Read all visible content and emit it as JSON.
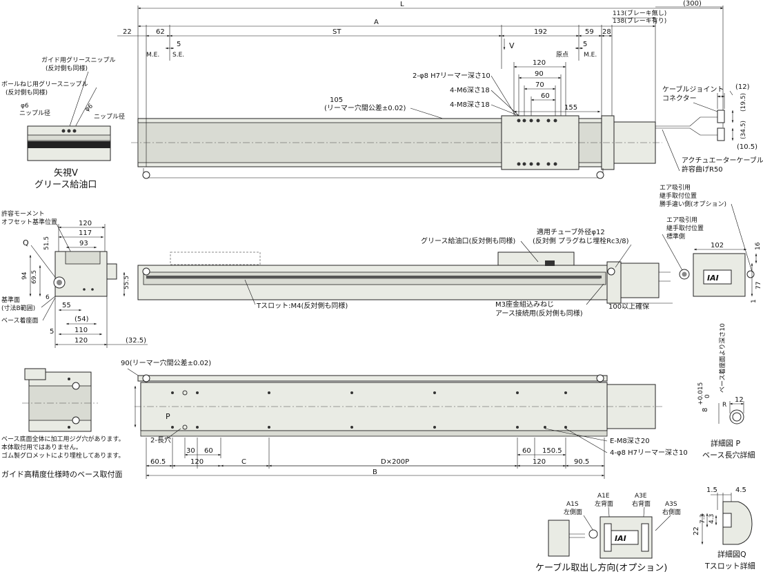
{
  "top_view": {
    "L": "L",
    "A": "A",
    "ST": "ST",
    "d22": "22",
    "d62": "62",
    "d5a": "5",
    "me_left": "M.E.",
    "se_left": "S.E.",
    "d192": "192",
    "d59": "59",
    "d28": "28",
    "d5b": "5",
    "origin": "原点",
    "me_right": "M.E.",
    "brake_none": "113(ブレーキ無し)",
    "brake_with": "138(ブレーキ有り)",
    "d300": "(300)",
    "view_v": "V",
    "d120": "120",
    "d90": "90",
    "d70": "70",
    "d60": "60",
    "d155": "155",
    "reamer_top": "2-φ8 H7リーマー深さ10",
    "m6": "4-M6深さ18",
    "m8": "4-M8深さ18",
    "d105": "105",
    "reamer_tol": "(リーマー穴間公差±0.02)",
    "cable_joint_1": "ケーブルジョイント",
    "cable_joint_2": "コネクター",
    "d12": "(12)",
    "d19_5": "(19.5)",
    "d34_5": "(34.5)",
    "d10_5": "(10.5)",
    "act_cable_1": "アクチュエーターケーブル",
    "act_cable_2": "許容曲げR50"
  },
  "view_v": {
    "grease_guide_1": "ガイド用グリースニップル",
    "grease_guide_2": "(反対側も同様)",
    "grease_ball_1": "ボールねじ用グリースニップル",
    "grease_ball_2": "(反対側も同様)",
    "phi6_a": "φ6",
    "nipple_a": "ニップル径",
    "phi6_b": "φ6",
    "nipple_b": "ニップル径",
    "title_1": "矢視V",
    "title_2": "グリース給油口"
  },
  "end_view": {
    "moment_1": "許容モーメント",
    "moment_2": "オフセット基準位置",
    "d120": "120",
    "d117": "117",
    "d93": "93",
    "q": "Q",
    "d51_5": "51.5",
    "d94": "94",
    "d69_5": "69.5",
    "d55_5": "55.5",
    "d6": "6",
    "ref_1": "基準面",
    "ref_2": "(寸法B範囲)",
    "base_seat": "ベース着座面",
    "d55": "55",
    "d54": "(54)",
    "d5": "5",
    "d110": "110",
    "d120b": "120",
    "d32_5": "(32.5)"
  },
  "side_view": {
    "grease_port": "グリース給油口(反対側も同様)",
    "tube_1": "適用チューブ外径φ12",
    "tube_2": "(反対側 プラグねじ埋栓Rc3/8)",
    "tslot": "Tスロット:M4(反対側も同様)",
    "m3_1": "M3座金組込みねじ",
    "m3_2": "アース接続用(反対側も同様)",
    "d100": "100以上確保"
  },
  "right_view": {
    "air1_1": "エア吸引用",
    "air1_2": "継手取付位置",
    "air1_3": "勝手違い側(オプション)",
    "air2_1": "エア吸引用",
    "air2_2": "継手取付位置",
    "air2_3": "標準側",
    "d102": "102",
    "d16": "16",
    "d77": "77",
    "d1": "1",
    "logo": "IAI"
  },
  "bottom_view": {
    "d90": "90(リーマー穴間公差±0.02)",
    "p": "P",
    "slot": "2-長穴",
    "d60_5a": "60.5",
    "d30": "30",
    "d60a": "60",
    "d120a": "120",
    "c": "C",
    "dx200": "D×200P",
    "d60b": "60",
    "d150_5": "150.5",
    "d120b": "120",
    "d90_5": "90.5",
    "b": "B",
    "em8": "E-M8深さ20",
    "reamer": "4-φ8 H7リーマー深さ10"
  },
  "guide_note": {
    "note_1": "ベース底面全体に加工用ジグ穴があります。",
    "note_2": "本体取付用ではありません。",
    "note_3": "ゴム製グロメットにより埋栓してあります。",
    "title": "ガイド高精度仕様時のベース取付面"
  },
  "detail_p": {
    "depth": "ベース着座面より深さ10",
    "d8": "8",
    "tol_top": "+0.015",
    "tol_bot": "0",
    "r": "R",
    "d12": "12",
    "title_1": "詳細図 P",
    "title_2": "ベース長穴詳細"
  },
  "cable_dir": {
    "a1s_1": "A1S",
    "a1s_2": "左側面",
    "a1e_1": "A1E",
    "a1e_2": "左背面",
    "a3e_1": "A3E",
    "a3e_2": "右背面",
    "a3s_1": "A3S",
    "a3s_2": "右側面",
    "logo": "IAI",
    "title": "ケーブル取出し方向(オプション)"
  },
  "detail_q": {
    "d1_5": "1.5",
    "d4_5": "4.5",
    "d7_3": "7.3",
    "d4_3": "4.3",
    "d22": "22",
    "title_1": "詳細図Q",
    "title_2": "Tスロット詳細"
  }
}
